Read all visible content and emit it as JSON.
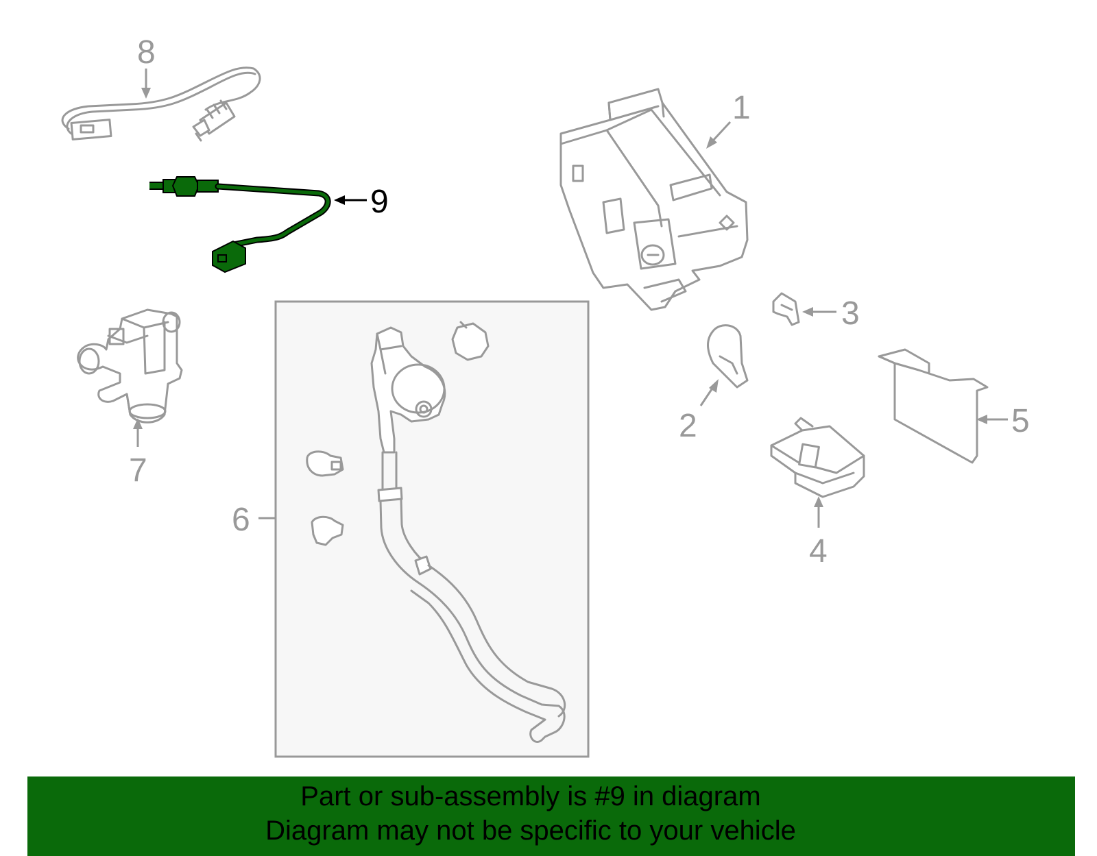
{
  "callouts": [
    {
      "id": "1",
      "label": "1"
    },
    {
      "id": "2",
      "label": "2"
    },
    {
      "id": "3",
      "label": "3"
    },
    {
      "id": "4",
      "label": "4"
    },
    {
      "id": "5",
      "label": "5"
    },
    {
      "id": "6",
      "label": "6"
    },
    {
      "id": "7",
      "label": "7"
    },
    {
      "id": "8",
      "label": "8"
    },
    {
      "id": "9",
      "label": "9"
    }
  ],
  "highlight": {
    "part": "9",
    "color": "#0a6a0a"
  },
  "colors": {
    "line": "#999999",
    "banner": "#0a6a0a",
    "group_box_fill": "#f7f7f7"
  },
  "banner": {
    "line1": "Part or sub-assembly is #9 in diagram",
    "line2": "Diagram may not be specific to your vehicle"
  }
}
